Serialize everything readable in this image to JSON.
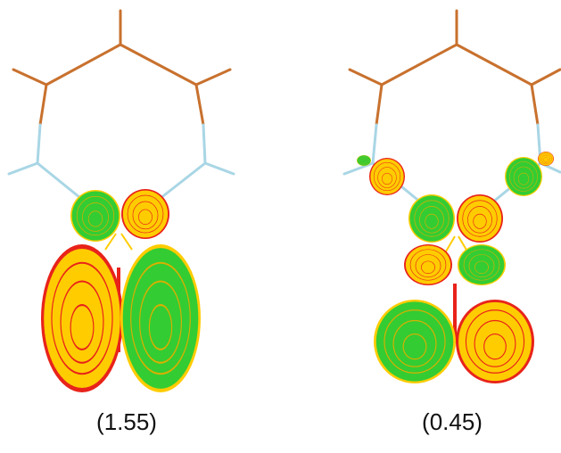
{
  "colors": {
    "carbon_bond": "#c8712e",
    "nitrogen_bond": "#a9d6e5",
    "metal_bond": "#e8231a",
    "lobe_positive": "#ffcc00",
    "lobe_negative": "#33cc33",
    "contour_positive": "#e8231a",
    "contour_negative": "#d9a400"
  },
  "panels": [
    {
      "id": "left",
      "caption": "(1.55)"
    },
    {
      "id": "right",
      "caption": "(0.45)"
    }
  ]
}
